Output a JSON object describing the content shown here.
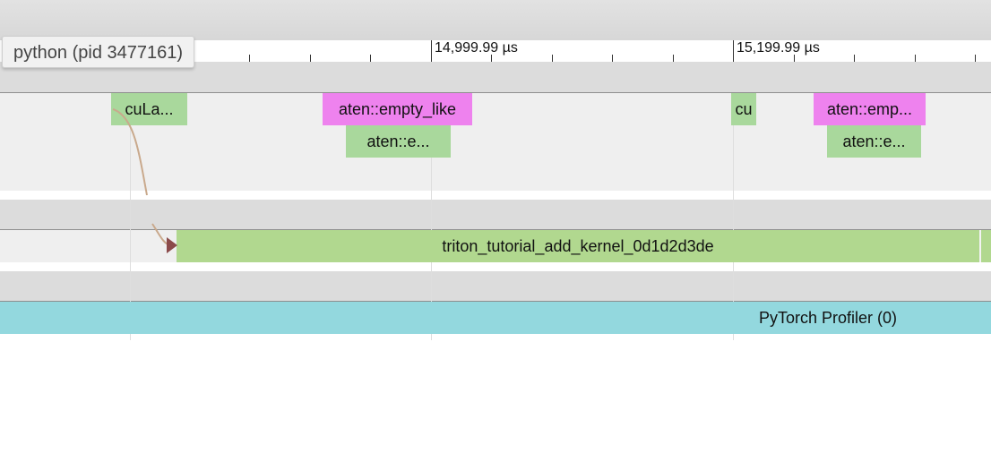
{
  "process": {
    "label": "python (pid 3477161)"
  },
  "ruler": {
    "tick_labels": [
      "14,999.99 µs",
      "15,199.99 µs"
    ]
  },
  "cpu_track": {
    "slices": [
      {
        "name": "cuLa...",
        "color": "#a9d89c"
      },
      {
        "name": "aten::empty_like",
        "color": "#ee82ee"
      },
      {
        "name": "aten::e...",
        "color": "#a9d89c"
      },
      {
        "name": "cu",
        "color": "#a9d89c"
      },
      {
        "name": "aten::emp...",
        "color": "#ee82ee"
      },
      {
        "name": "aten::e...",
        "color": "#a9d89c"
      }
    ]
  },
  "gpu_track": {
    "kernel": {
      "name": "triton_tutorial_add_kernel_0d1d2d3de",
      "color": "#b1d88f"
    }
  },
  "profiler_track": {
    "label": "PyTorch Profiler (0)",
    "color": "#93d8de"
  },
  "flow_arrow": {
    "color": "#c9a98c",
    "head_color": "#8b4a4a"
  }
}
